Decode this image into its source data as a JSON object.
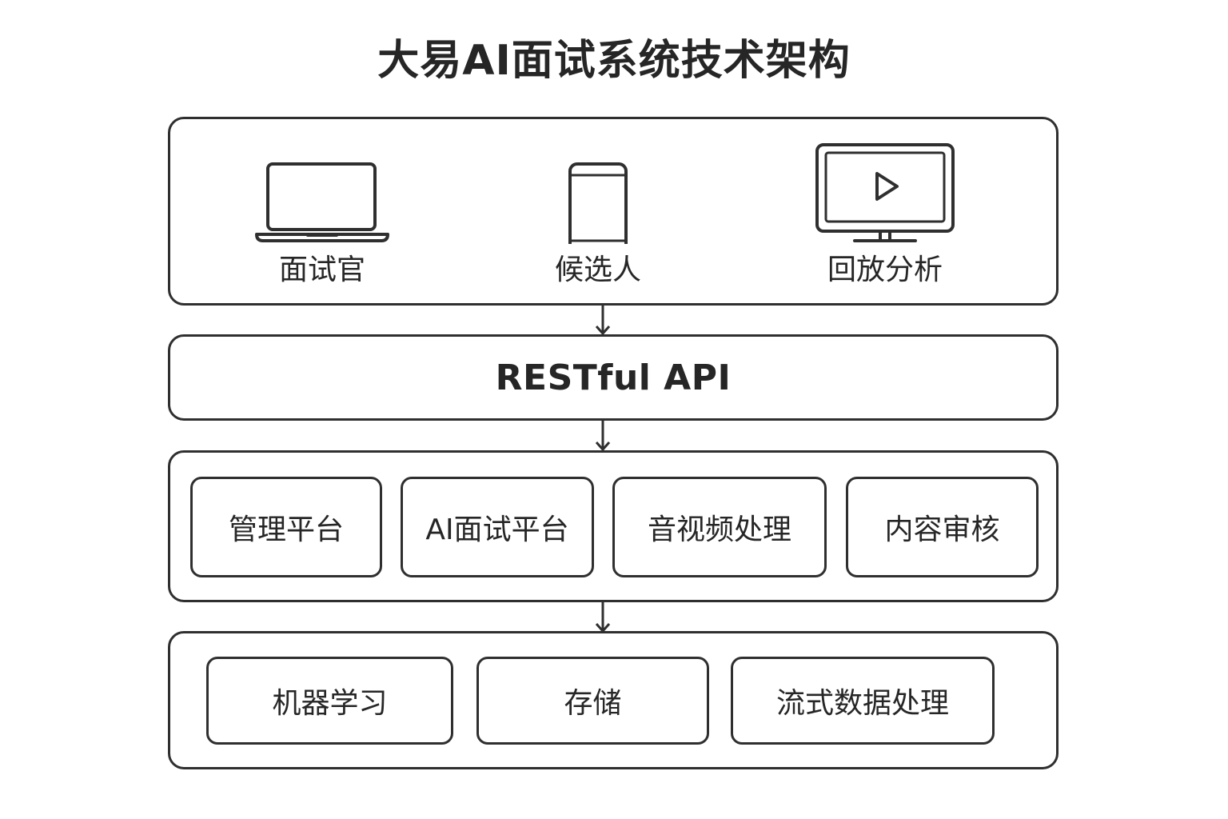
{
  "title": "大易AI面试系统技术架构",
  "client_layer": {
    "items": [
      {
        "label": "面试官",
        "icon": "laptop-icon"
      },
      {
        "label": "候选人",
        "icon": "smartphone-icon"
      },
      {
        "label": "回放分析",
        "icon": "monitor-play-icon"
      }
    ]
  },
  "api_layer": {
    "label": "RESTful API"
  },
  "service_layer": {
    "items": [
      "管理平台",
      "AI面试平台",
      "音视频处理",
      "内容审核"
    ]
  },
  "infra_layer": {
    "items": [
      "机器学习",
      "存储",
      "流式数据处理"
    ]
  },
  "colors": {
    "stroke": "#2f2f2f",
    "text": "#262626",
    "background": "#ffffff"
  }
}
